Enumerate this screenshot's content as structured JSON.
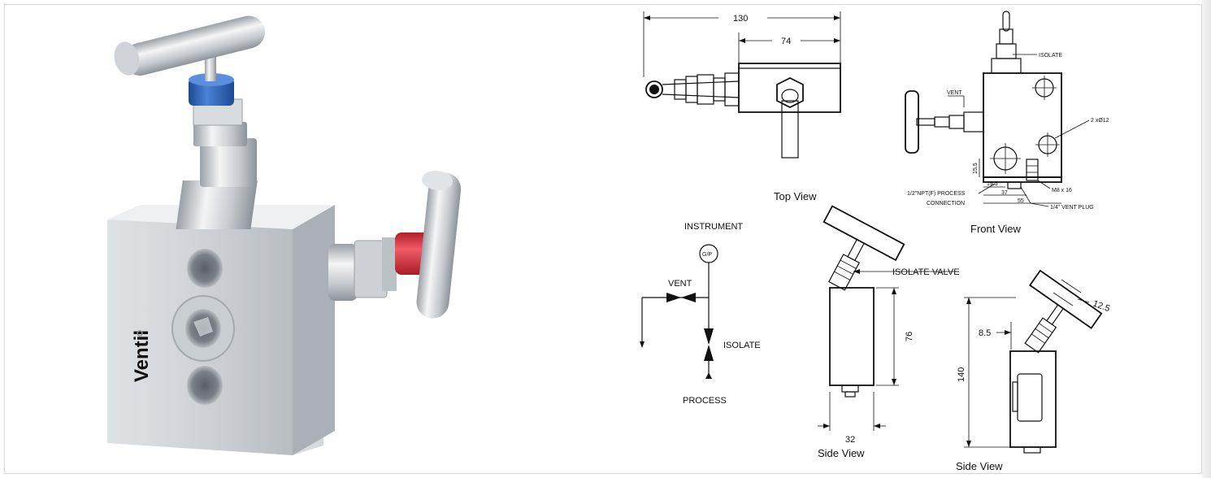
{
  "brand": {
    "logo_text": "Ventil"
  },
  "top_view": {
    "caption": "Top View",
    "dim_overall": "130",
    "dim_inner": "74"
  },
  "front_view": {
    "caption": "Front View",
    "isolate": "ISOLATE",
    "vent": "VENT",
    "holes": "2 xØ12",
    "process_connection_line1": "1/2\"NPT(F) PROCESS",
    "process_connection_line2": "CONNECTION",
    "thread": "M8 x 16",
    "vent_plug": "1/4\" VENT PLUG",
    "dim_15_5": "15.5",
    "dim_19_5": "19.5",
    "dim_37": "37",
    "dim_55": "55"
  },
  "schematic": {
    "instrument": "INSTRUMENT",
    "gauge_symbol": "G/P",
    "vent": "VENT",
    "isolate": "ISOLATE",
    "process": "PROCESS"
  },
  "side_view_1": {
    "caption": "Side View",
    "isolate_valve": "ISOLATE VALVE",
    "dim_height": "76",
    "dim_width": "32"
  },
  "side_view_2": {
    "caption": "Side View",
    "dim_height": "140",
    "dim_offset": "8.5",
    "dim_handle": "12.5"
  },
  "colors": {
    "steel_light": "#eceef0",
    "steel_mid": "#c3c7cc",
    "steel_dark": "#8d939a",
    "blue_cap": "#2f63b8",
    "red_cap": "#d8323f"
  }
}
